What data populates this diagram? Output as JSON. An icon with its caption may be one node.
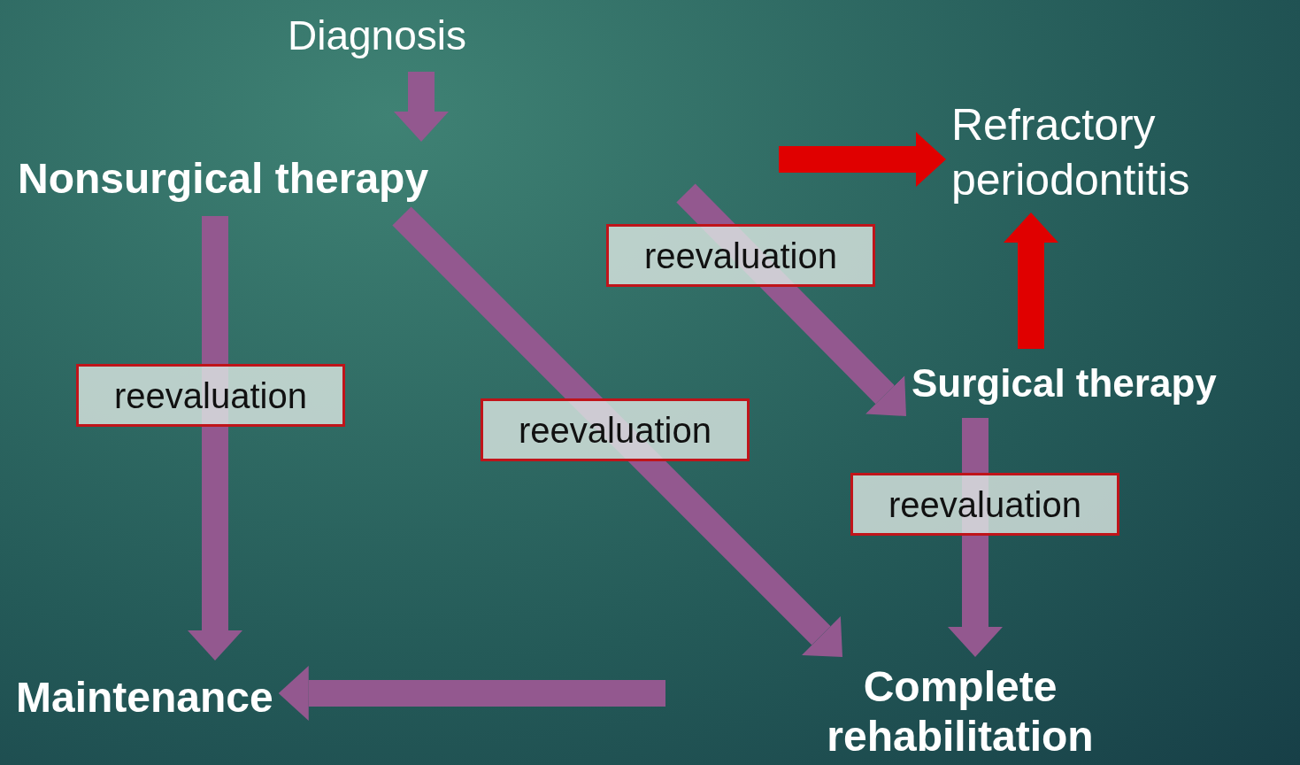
{
  "diagram": {
    "nodes": [
      {
        "text": [
          "Diagnosis"
        ]
      },
      {
        "text": [
          "Nonsurgical therapy"
        ]
      },
      {
        "text": [
          "Refractory periodontitis"
        ]
      },
      {
        "text": [
          "Surgical therapy"
        ]
      },
      {
        "text": [
          "Maintenance"
        ]
      },
      {
        "text": [
          "Complete rehabilitation"
        ]
      }
    ],
    "edges": [
      {
        "from": 0,
        "to": 1,
        "arrow": "to"
      },
      {
        "from": 1,
        "to": 4,
        "arrow": "to",
        "label": "reevaluation"
      },
      {
        "from": 1,
        "to": 5,
        "arrow": "to",
        "label": "reevaluation"
      },
      {
        "from": null,
        "to": 3,
        "arrow": "to",
        "label": "reevaluation"
      },
      {
        "from": null,
        "to": 2,
        "arrow": "to",
        "color": "#e00000"
      },
      {
        "from": 3,
        "to": 2,
        "arrow": "to",
        "color": "#e00000"
      },
      {
        "from": 3,
        "to": 5,
        "arrow": "to",
        "label": "reevaluation"
      },
      {
        "from": null,
        "to": 4,
        "arrow": "to"
      }
    ]
  }
}
